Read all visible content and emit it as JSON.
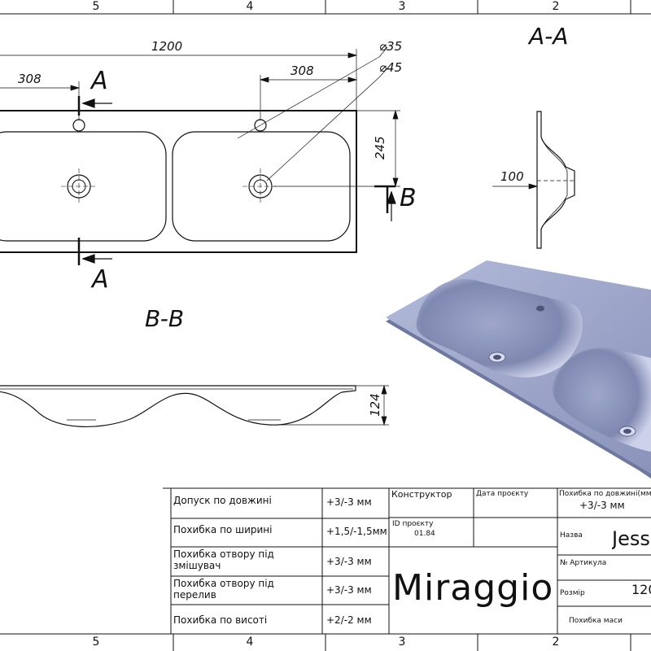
{
  "zones": [
    "5",
    "4",
    "3",
    "2"
  ],
  "views": {
    "section_aa": "A-A",
    "section_bb": "B-B"
  },
  "cut_marks": {
    "a": "A",
    "b": "B"
  },
  "dimensions": {
    "length": "1200",
    "hole_offset_left": "308",
    "hole_offset_right": "308",
    "hole_small": "⌀35",
    "hole_large": "⌀45",
    "depth": "245",
    "section_depth": "100",
    "height": "124"
  },
  "tolerances": [
    {
      "label": "Допуск по довжині",
      "value": "+3/-3 мм"
    },
    {
      "label": "Похибка по ширині",
      "value": "+1,5/-1,5мм"
    },
    {
      "label": "Похибка отвору під змішувач",
      "value": "+3/-3 мм"
    },
    {
      "label": "Похибка отвору під перелив",
      "value": "+3/-3 мм"
    },
    {
      "label": "Похибка по висоті",
      "value": "+2/-2 мм"
    }
  ],
  "title_block": {
    "designer_label": "Конструктор",
    "date_label": "Дата проєкту",
    "project_id_label": "ID проєкту",
    "project_id": "01.84",
    "brand": "Miraggio",
    "length_tol_label": "Похибка по довжині(мм)",
    "length_tol_value": "+3/-3 мм",
    "name_label": "Назва",
    "name_value": "Jess",
    "article_label": "№ Артикула",
    "size_label": "Розмір",
    "size_value": "120",
    "mass_label": "Похибка маси"
  },
  "colors": {
    "line": "#111111",
    "render_top": "#9aa3c6",
    "render_edge": "#6f789e"
  }
}
